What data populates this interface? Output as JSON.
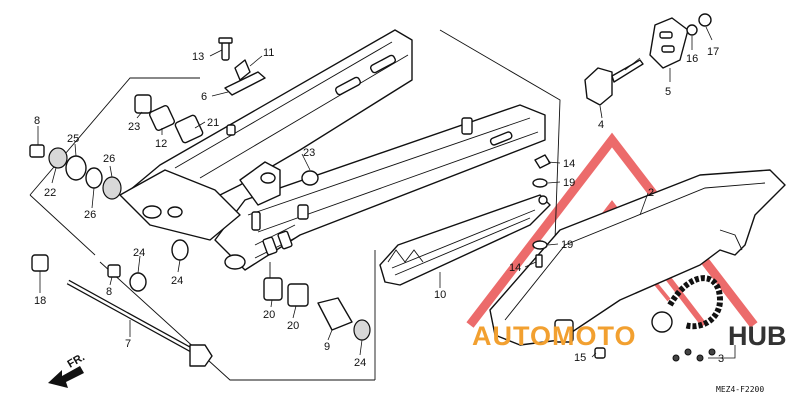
{
  "diagram": {
    "code": "MEZ4-F2200",
    "direction_label": "FR.",
    "callouts": [
      {
        "id": "c13",
        "text": "13"
      },
      {
        "id": "c11",
        "text": "11"
      },
      {
        "id": "c6",
        "text": "6"
      },
      {
        "id": "c17",
        "text": "17"
      },
      {
        "id": "c16",
        "text": "16"
      },
      {
        "id": "c5",
        "text": "5"
      },
      {
        "id": "c4",
        "text": "4"
      },
      {
        "id": "c8a",
        "text": "8"
      },
      {
        "id": "c25",
        "text": "25"
      },
      {
        "id": "c22",
        "text": "22"
      },
      {
        "id": "c26a",
        "text": "26"
      },
      {
        "id": "c26b",
        "text": "26"
      },
      {
        "id": "c23a",
        "text": "23"
      },
      {
        "id": "c21",
        "text": "21"
      },
      {
        "id": "c12",
        "text": "12"
      },
      {
        "id": "c23b",
        "text": "23"
      },
      {
        "id": "c14a",
        "text": "14"
      },
      {
        "id": "c19a",
        "text": "19"
      },
      {
        "id": "c2",
        "text": "2"
      },
      {
        "id": "c19b",
        "text": "19"
      },
      {
        "id": "c14b",
        "text": "14"
      },
      {
        "id": "c10",
        "text": "10"
      },
      {
        "id": "c24a",
        "text": "24"
      },
      {
        "id": "c24b",
        "text": "24"
      },
      {
        "id": "c8b",
        "text": "8"
      },
      {
        "id": "c18",
        "text": "18"
      },
      {
        "id": "c7",
        "text": "7"
      },
      {
        "id": "c20a",
        "text": "20"
      },
      {
        "id": "c20b",
        "text": "20"
      },
      {
        "id": "c9",
        "text": "9"
      },
      {
        "id": "c24c",
        "text": "24"
      },
      {
        "id": "c3",
        "text": "3"
      },
      {
        "id": "c15",
        "text": "15"
      }
    ]
  },
  "watermark": {
    "text_orange": "AUTOMOTO",
    "text_dark": "HUB",
    "color_red": "#e63a3a",
    "color_orange": "#f2a030",
    "color_dark": "#333333"
  }
}
